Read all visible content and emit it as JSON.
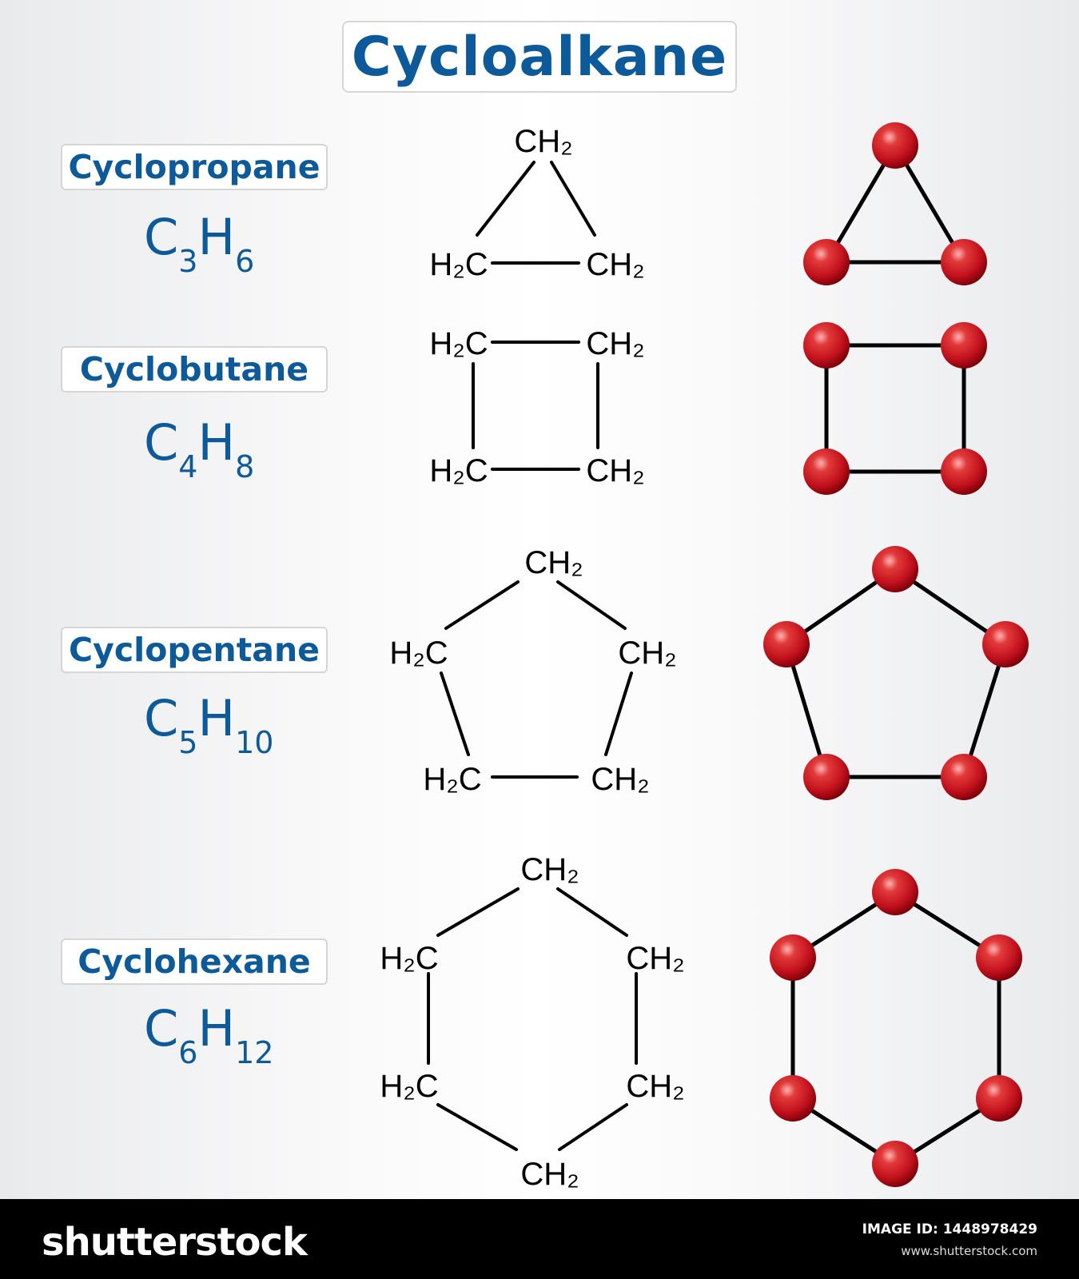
{
  "title": "Cycloalkane",
  "compounds": [
    {
      "name": "Cyclopropane",
      "formula_c": "C",
      "formula_c_count": "3",
      "formula_h": "H",
      "formula_h_count": "6",
      "ring_size": 3
    },
    {
      "name": "Cyclobutane",
      "formula_c": "C",
      "formula_c_count": "4",
      "formula_h": "H",
      "formula_h_count": "8",
      "ring_size": 4
    },
    {
      "name": "Cyclopentane",
      "formula_c": "C",
      "formula_c_count": "5",
      "formula_h": "H",
      "formula_h_count": "10",
      "ring_size": 5
    },
    {
      "name": "Cyclohexane",
      "formula_c": "C",
      "formula_c_count": "6",
      "formula_h": "H",
      "formula_h_count": "12",
      "ring_size": 6
    }
  ],
  "group_labels": {
    "ch2_left": "H₂C",
    "ch2_right": "CH₂"
  },
  "colors": {
    "title": "#0d5a9a",
    "atom": "#d0121e",
    "bond": "#000000"
  },
  "footer": {
    "brand": "shutterstock",
    "image_id": "IMAGE ID: 1448978429",
    "site": "www.shutterstock.com"
  }
}
